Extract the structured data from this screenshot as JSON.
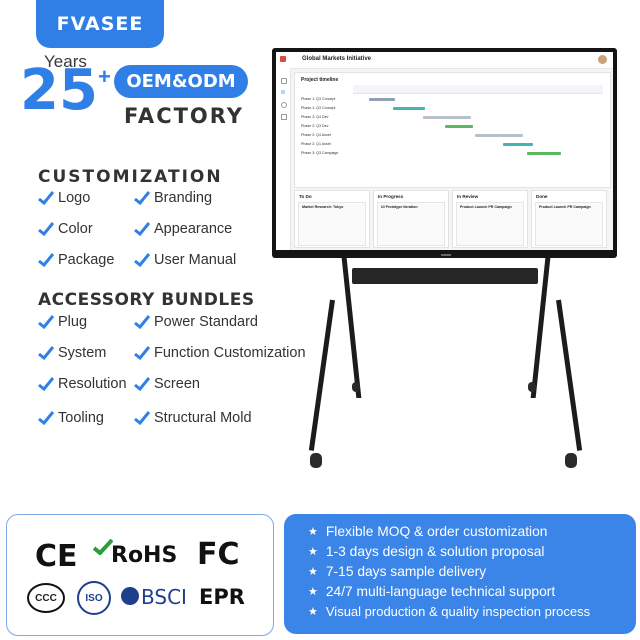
{
  "brand": {
    "logo_text": "FVASEE",
    "years_label": "Years",
    "years_number": "25",
    "plus": "+",
    "oem_label": "OEM&ODM",
    "factory_label": "FACTORY"
  },
  "customization": {
    "title": "CUSTOMIZATION",
    "items": [
      "Logo",
      "Branding",
      "Color",
      "Appearance",
      "Package",
      "User Manual"
    ]
  },
  "accessory": {
    "title": "ACCESSORY BUNDLES",
    "items": [
      "Plug",
      "Power Standard",
      "System",
      "Function Customization",
      "Resolution",
      "Screen",
      "Tooling",
      "Structural Mold"
    ]
  },
  "screen_app": {
    "title": "Global Markets Initiative",
    "timeline_title": "Project timeline",
    "rows": [
      "Phase 1: Q3 Concept",
      "Phase 1: Q3 Concept",
      "Phase 2: Q4 Dev",
      "Phase 2: Q3 Dev",
      "Phase 2: Q4 Asset",
      "Phase 2: Q1 Asset",
      "Phase 3: Q3 Campaign"
    ],
    "columns": [
      "To Do",
      "In Progress",
      "In Review",
      "Done"
    ],
    "cards": [
      "Market Research: Tokyo",
      "UI Prototype Iteration",
      "Product Launch PR Campaign",
      "Product Launch PR Campaign"
    ]
  },
  "certifications": [
    "CE",
    "RoHS",
    "FC",
    "CCC",
    "ISO",
    "BSCI",
    "EPR"
  ],
  "features": [
    "Flexible MOQ & order customization",
    "1-3 days design & solution proposal",
    "7-15 days sample delivery",
    "24/7 multi-language technical support",
    "Visual production & quality inspection process"
  ],
  "colors": {
    "accent": "#2f7fe6",
    "feature_bg": "#3b84e8",
    "check": "#2f7fe6"
  }
}
